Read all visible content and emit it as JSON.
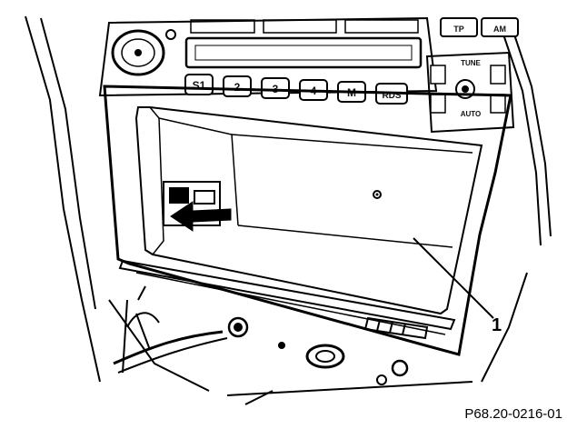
{
  "diagram": {
    "callout_number": "1",
    "figure_reference": "P68.20-0216-01",
    "radio": {
      "preset_buttons": [
        "S1",
        "2",
        "3",
        "4",
        "M",
        "RDS"
      ],
      "right_labels": {
        "top_left": "TP",
        "top_right": "AM",
        "tune": "TUNE",
        "auto": "AUTO"
      }
    }
  }
}
